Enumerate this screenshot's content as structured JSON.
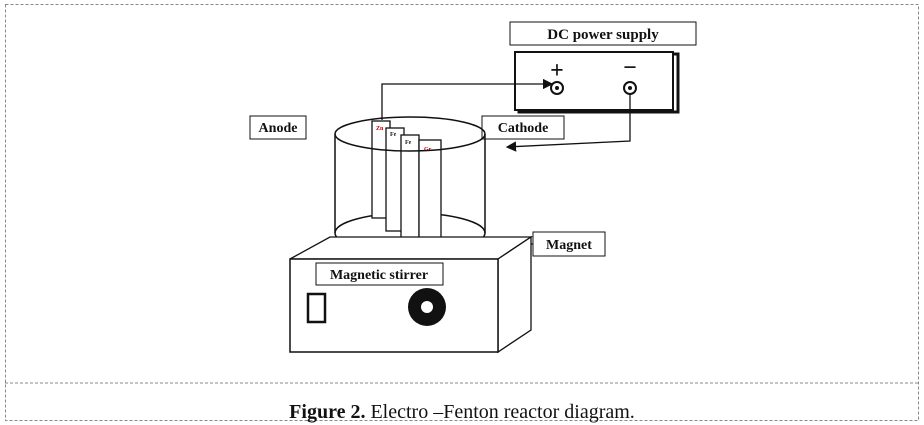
{
  "diagram": {
    "labels": {
      "power_supply": "DC power supply",
      "plus_terminal": "+",
      "minus_terminal": "−",
      "anode": "Anode",
      "cathode": "Cathode",
      "magnet": "Magnet",
      "stirrer": "Magnetic stirrer"
    },
    "electrodes": [
      "Zn",
      "Fe",
      "Fe",
      "Gr"
    ],
    "electrode_label_colors": [
      "#cc0000",
      "#111111",
      "#111111",
      "#cc0000"
    ]
  },
  "caption": {
    "prefix": "Figure 2.",
    "text": " Electro –Fenton reactor diagram."
  }
}
